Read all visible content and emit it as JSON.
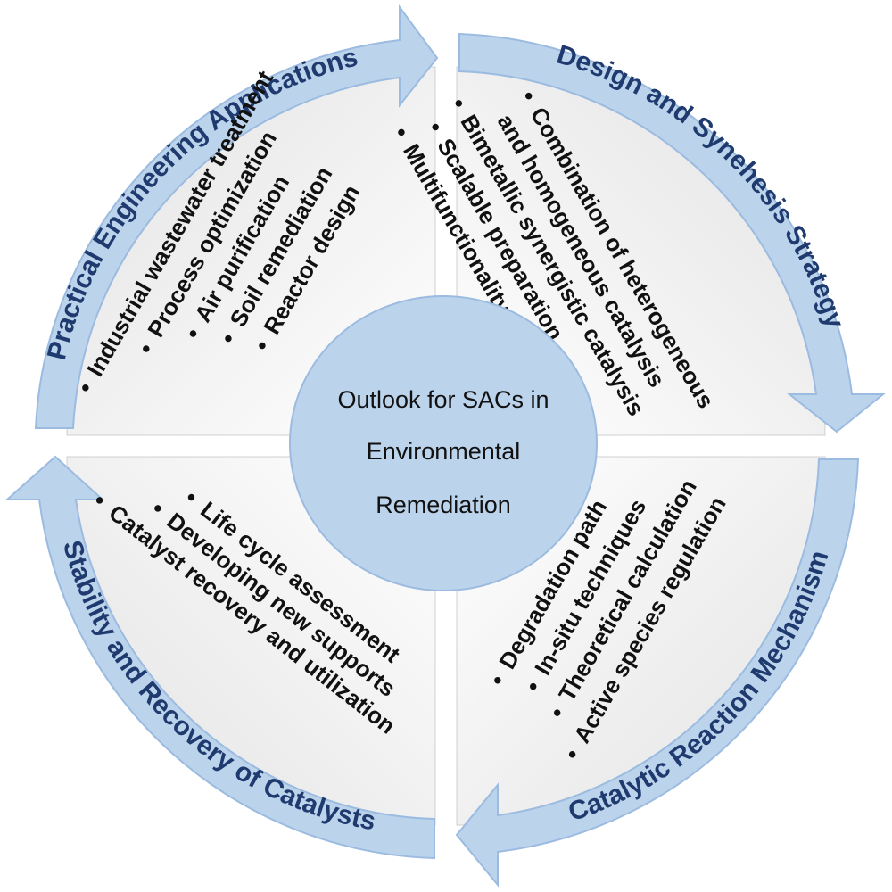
{
  "center": {
    "lines": [
      "Outlook for SACs in",
      "Environmental",
      "Remediation"
    ]
  },
  "quadrants": {
    "practical": {
      "title": "Practical Engineering Applications",
      "items": [
        "Industrial wastewater treatment",
        "Process optimization",
        "Air purification",
        "Soil remediation",
        "Reactor design"
      ]
    },
    "design": {
      "title": "Design and Synehesis Strategy",
      "items": [
        "Combination of heterogeneous",
        "and homogeneous catalysis",
        "Bimetallic synergistic catalysis",
        "Scalable preparation",
        "Multifunctionality"
      ]
    },
    "mechanism": {
      "title": "Catalytic Reaction Mechanism",
      "items": [
        "Degradation path",
        "In-situ techniques",
        "Theoretical calculation",
        "Active species regulation"
      ]
    },
    "stability": {
      "title": "Stability and Recovery of Catalysts",
      "items": [
        "Life cycle assessment",
        "Developing new supports",
        "Catalyst recovery and utilization"
      ]
    }
  },
  "bullet_symbol": "•",
  "colors": {
    "band_fill": "#bcd3ec",
    "band_stroke": "#9bbbe0",
    "center_fill": "#bcd3ec",
    "title_text": "#1f3a6e"
  }
}
